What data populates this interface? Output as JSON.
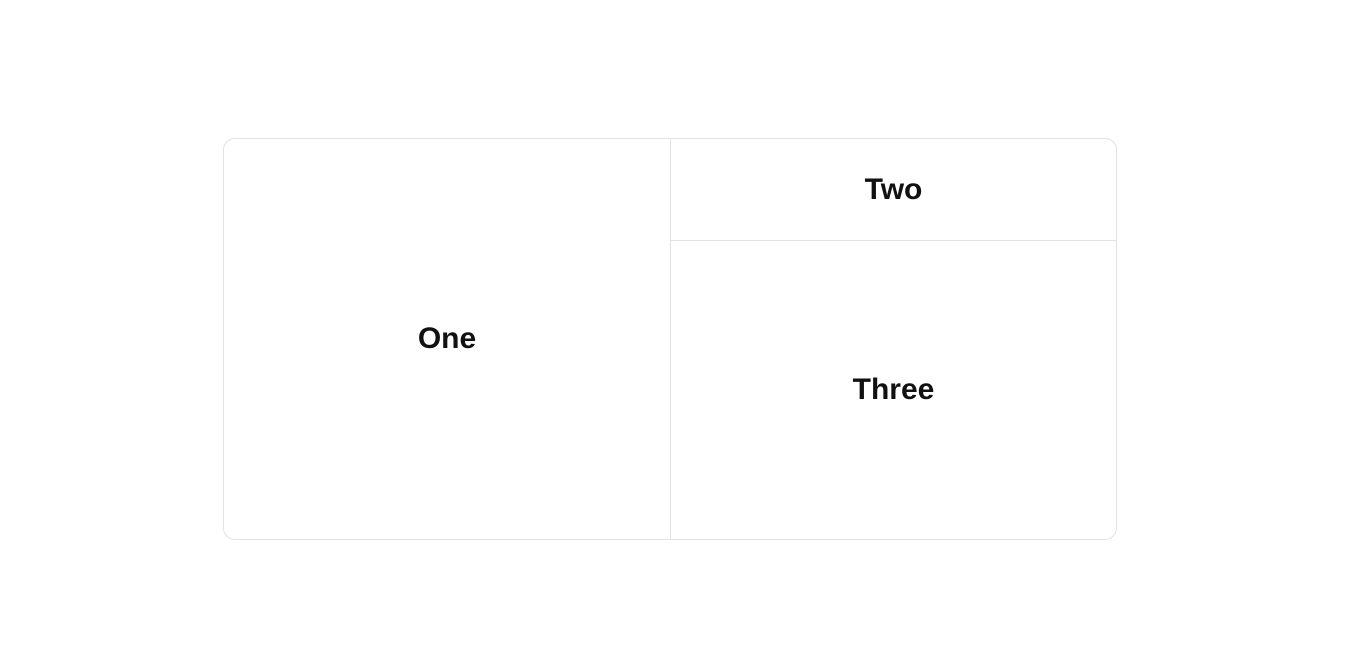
{
  "panels": {
    "one": {
      "label": "One"
    },
    "two": {
      "label": "Two"
    },
    "three": {
      "label": "Three"
    }
  },
  "colors": {
    "border": "#e2e2e2",
    "text": "#111111",
    "background": "#ffffff"
  }
}
